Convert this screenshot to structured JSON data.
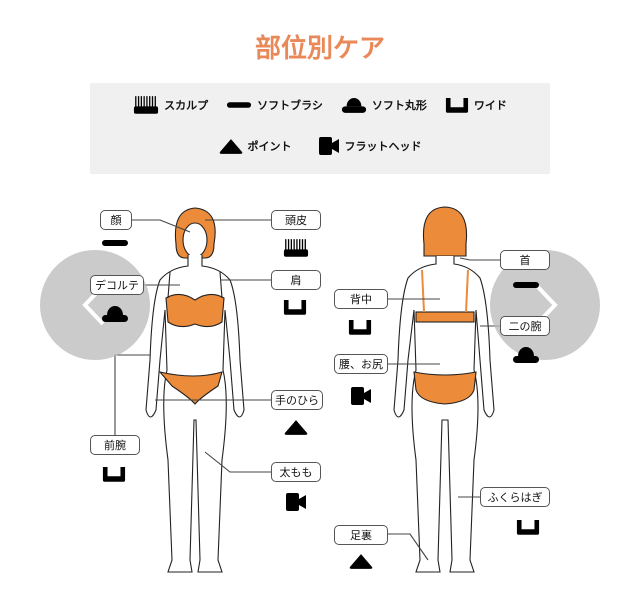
{
  "title": "部位別ケア",
  "legend": [
    {
      "icon": "scalp-icon",
      "label": "スカルプ"
    },
    {
      "icon": "soft-brush-icon",
      "label": "ソフトブラシ"
    },
    {
      "icon": "soft-round-icon",
      "label": "ソフト丸形"
    },
    {
      "icon": "wide-icon",
      "label": "ワイド"
    },
    {
      "icon": "point-icon",
      "label": "ポイント"
    },
    {
      "icon": "flat-head-icon",
      "label": "フラットヘッド"
    }
  ],
  "front": {
    "face": "顔",
    "scalp": "頭皮",
    "decollete": "デコルテ",
    "shoulder": "肩",
    "forearm": "前腕",
    "palm": "手のひら",
    "thigh": "太もも"
  },
  "back": {
    "neck": "首",
    "back": "背中",
    "upper_arm": "二の腕",
    "waist_hip": "腰、お尻",
    "calf": "ふくらはぎ",
    "sole": "足裏"
  },
  "colors": {
    "accent": "#e9895a",
    "body": "#ec8b3a",
    "legend_bg": "#f0f0f0"
  }
}
